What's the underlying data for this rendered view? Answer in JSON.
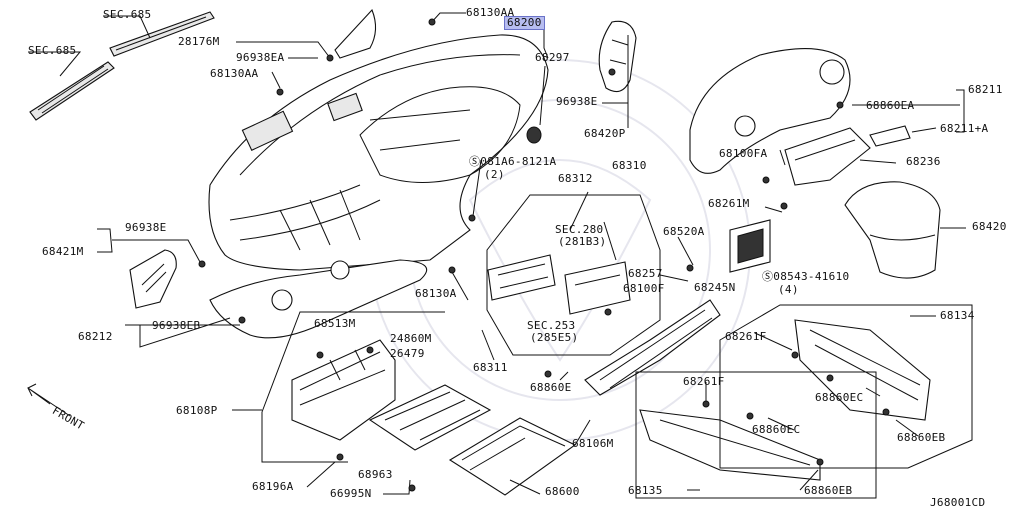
{
  "labels": {
    "sec685_a": "SEC.685",
    "sec685_b": "SEC.685",
    "p28176m": "28176M",
    "p96938ea": "96938EA",
    "p68130aa_a": "68130AA",
    "p68130aa_b": "68130AA",
    "p68200": "68200",
    "p68297": "68297",
    "p96938e_a": "96938E",
    "p68420p": "68420P",
    "p081a6": "Ⓢ081A6-8121A",
    "p081a6_qty": "(2)",
    "p68310": "68310",
    "p68312": "68312",
    "sec280": "SEC.280",
    "sec280_sub": "(281B3)",
    "p68257": "68257",
    "p68100f": "68100F",
    "sec253": "SEC.253",
    "sec253_sub": "(285E5)",
    "p68130a": "68130A",
    "p68311": "68311",
    "p96938e_b": "96938E",
    "p68421m": "68421M",
    "p68212": "68212",
    "p96938eb": "96938EB",
    "p68513m": "68513M",
    "p24860m": "24860M",
    "p26479": "26479",
    "p68108p": "68108P",
    "front": "FRONT",
    "p68963": "68963",
    "p68196a": "68196A",
    "p66995n": "66995N",
    "p68600": "68600",
    "p68860e": "68860E",
    "p68106m": "68106M",
    "p68520a": "68520A",
    "p68245n": "68245N",
    "p68261m": "68261M",
    "p08543": "Ⓢ08543-41610",
    "p08543_qty": "(4)",
    "p68211": "68211",
    "p68860ea": "68860EA",
    "p68211a": "68211+A",
    "p68100fa": "68100FA",
    "p68236": "68236",
    "p68420": "68420",
    "p68134": "68134",
    "p68261f_a": "68261F",
    "p68860ec_a": "68860EC",
    "p68860eb_a": "68860EB",
    "p68261f_b": "68261F",
    "p68860ec_b": "68860EC",
    "p68135": "68135",
    "p68860eb_b": "68860EB",
    "diagram_id": "J68001CD"
  },
  "colors": {
    "highlight": "#b7bdf0",
    "line": "#111111",
    "watermark": "#e6e6ee"
  }
}
